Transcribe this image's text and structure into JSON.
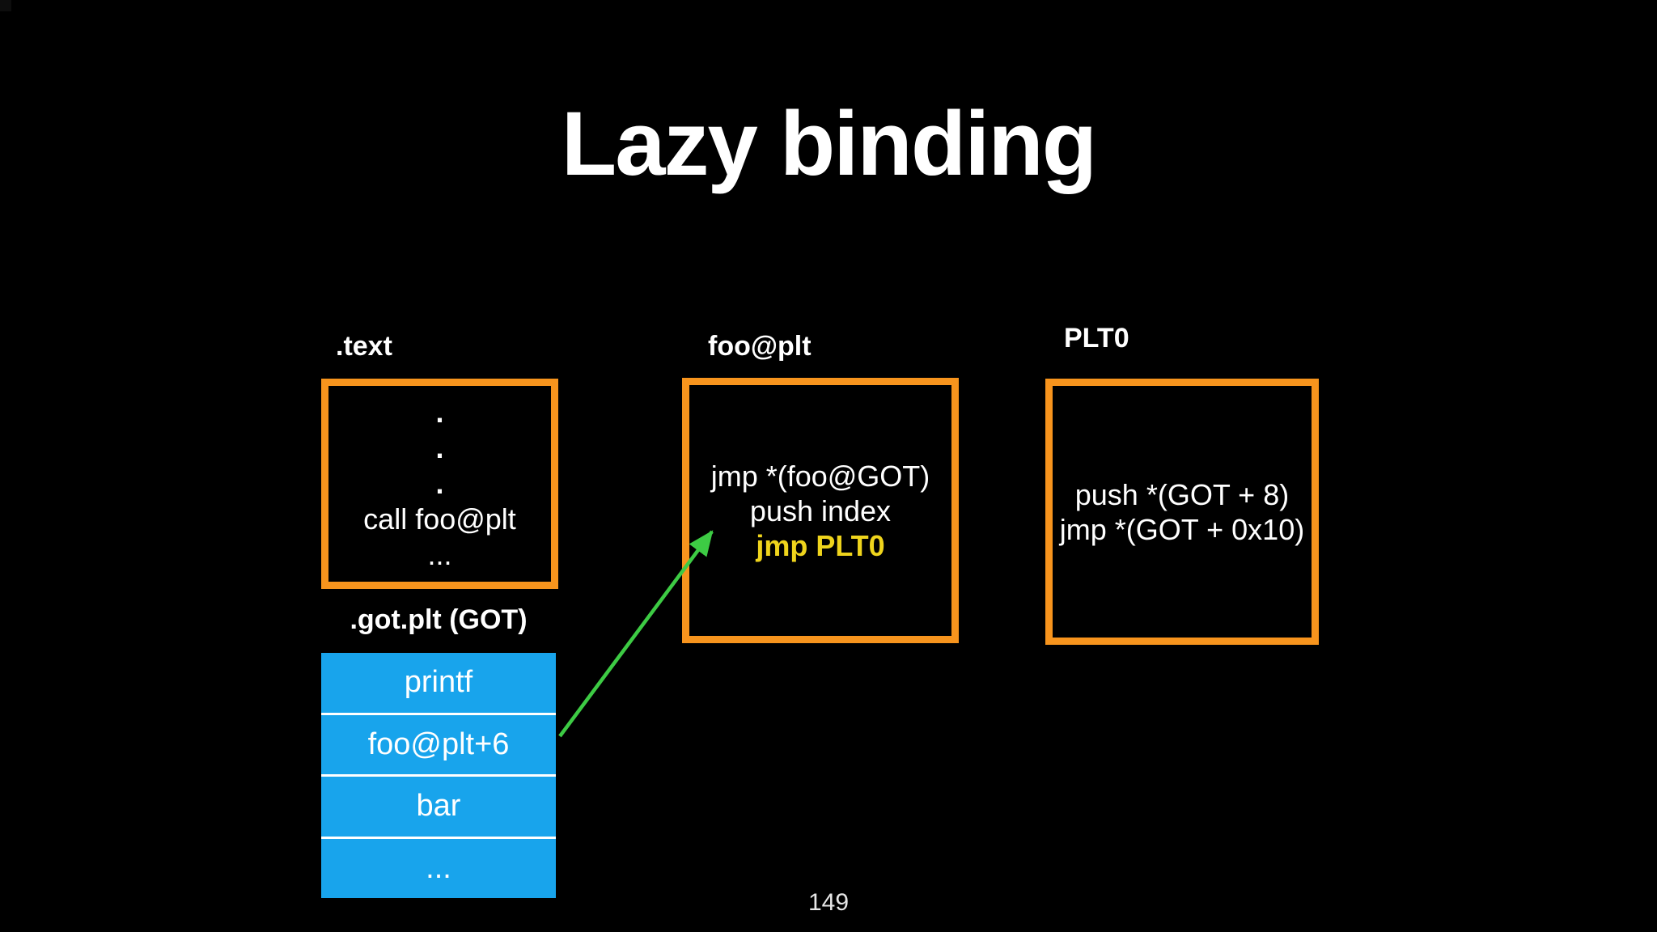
{
  "slide": {
    "title": "Lazy binding",
    "page_number": "149"
  },
  "colors": {
    "background": "#000000",
    "accent_orange": "#F7941D",
    "got_blue": "#18A4EC",
    "arrow_green": "#3DCB44",
    "highlight_yellow": "#EFD41C",
    "text_white": "#FFFFFF",
    "page_number_gray": "#E6E6E6"
  },
  "sections": {
    "text_section": {
      "label": ".text",
      "lines": [
        ".",
        ".",
        ".",
        "call foo@plt",
        "..."
      ]
    },
    "foo_plt_section": {
      "label": "foo@plt",
      "lines": [
        "jmp *(foo@GOT)",
        "push index"
      ],
      "highlight_line": "jmp PLT0"
    },
    "plt0_section": {
      "label": "PLT0",
      "lines": [
        "push *(GOT + 8)",
        "jmp *(GOT + 0x10)"
      ]
    },
    "got_section": {
      "label": ".got.plt (GOT)",
      "rows": [
        "printf",
        "foo@plt+6",
        "bar",
        "..."
      ]
    }
  },
  "arrow": {
    "description": "green arrow from GOT entry foo@plt+6 up to jmp *(foo@GOT) in foo@plt stub"
  }
}
